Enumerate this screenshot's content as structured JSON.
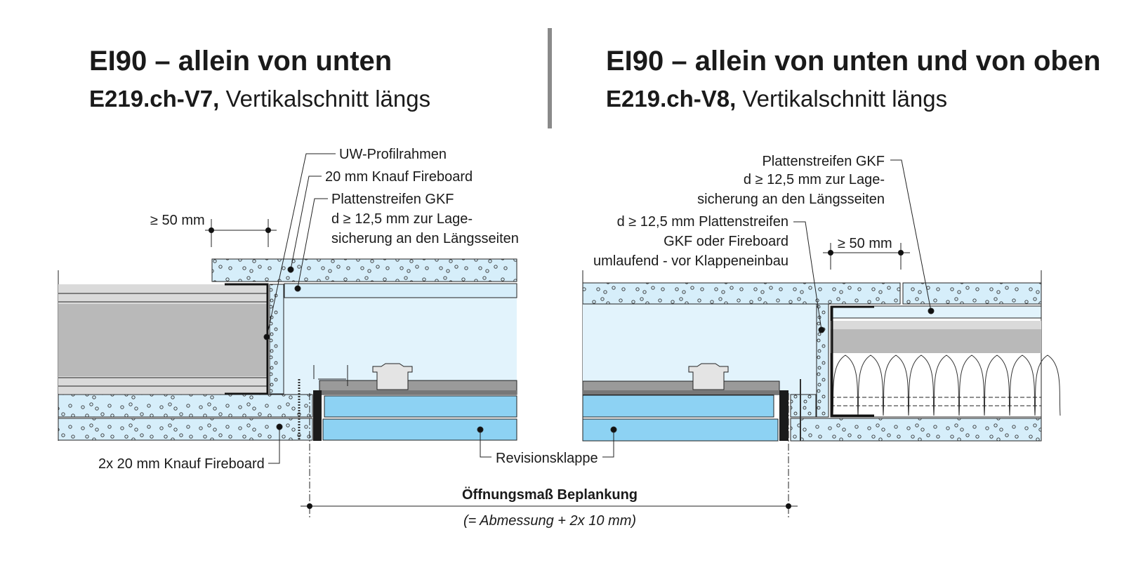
{
  "left": {
    "title": "EI90 – allein von unten",
    "code": "E219.ch-V7,",
    "subtitle": " Vertikalschnitt längs",
    "labels": {
      "uw_profile": "UW-Profilrahmen",
      "fireboard_20": "20 mm Knauf Fireboard",
      "strip_1": "Plattenstreifen GKF",
      "strip_2": "d ≥ 12,5 mm zur Lage-",
      "strip_3": "sicherung an den Längsseiten",
      "min_50": "≥ 50 mm",
      "fireboard_2x20": "2x 20 mm Knauf Fireboard"
    }
  },
  "right": {
    "title": "EI90 – allein von unten und von oben",
    "code": "E219.ch-V8,",
    "subtitle": " Vertikalschnitt längs",
    "labels": {
      "strip_1": "Plattenstreifen GKF",
      "strip_2": "d ≥ 12,5 mm zur Lage-",
      "strip_3": "sicherung an den Längsseiten",
      "surround_1": "d ≥ 12,5 mm Plattenstreifen",
      "surround_2": "GKF oder Fireboard",
      "surround_3": "umlaufend - vor Klappeneinbau",
      "min_50": "≥ 50 mm"
    }
  },
  "shared": {
    "hatch": "Revisionsklappe",
    "opening": "Öffnungsmaß Beplankung",
    "opening_note": "(= Abmessung + 2x 10 mm)"
  },
  "colors": {
    "board": "#d6eefa",
    "cavity": "#e2f3fc",
    "panel": "#8dd2f3",
    "profile": "#b9b9b9",
    "divider": "#8a8a8a"
  }
}
